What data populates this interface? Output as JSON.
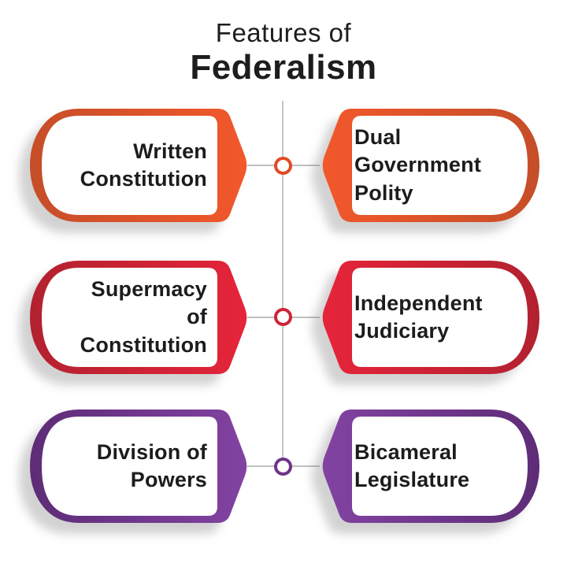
{
  "title": {
    "line1": "Features of",
    "line2": "Federalism"
  },
  "features": {
    "rows": [
      {
        "left": {
          "label": "Written\nConstitution"
        },
        "right": {
          "label": "Dual\nGovernment\nPolity"
        },
        "color_dark": "#C54E28",
        "color_bright": "#F2582B",
        "ring_color": "#E04A26"
      },
      {
        "left": {
          "label": "Supermacy\nof\nConstitution"
        },
        "right": {
          "label": "Independent\nJudiciary"
        },
        "color_dark": "#B2212F",
        "color_bright": "#E6243A",
        "ring_color": "#CE2538"
      },
      {
        "left": {
          "label": "Division of\nPowers"
        },
        "right": {
          "label": "Bicameral\nLegislature"
        },
        "color_dark": "#5E2C77",
        "color_bright": "#8243A2",
        "ring_color": "#6F3488"
      }
    ]
  },
  "colors": {
    "background": "#ffffff",
    "text": "#1c1c1c",
    "connector_gray": "#c6c6c6"
  }
}
